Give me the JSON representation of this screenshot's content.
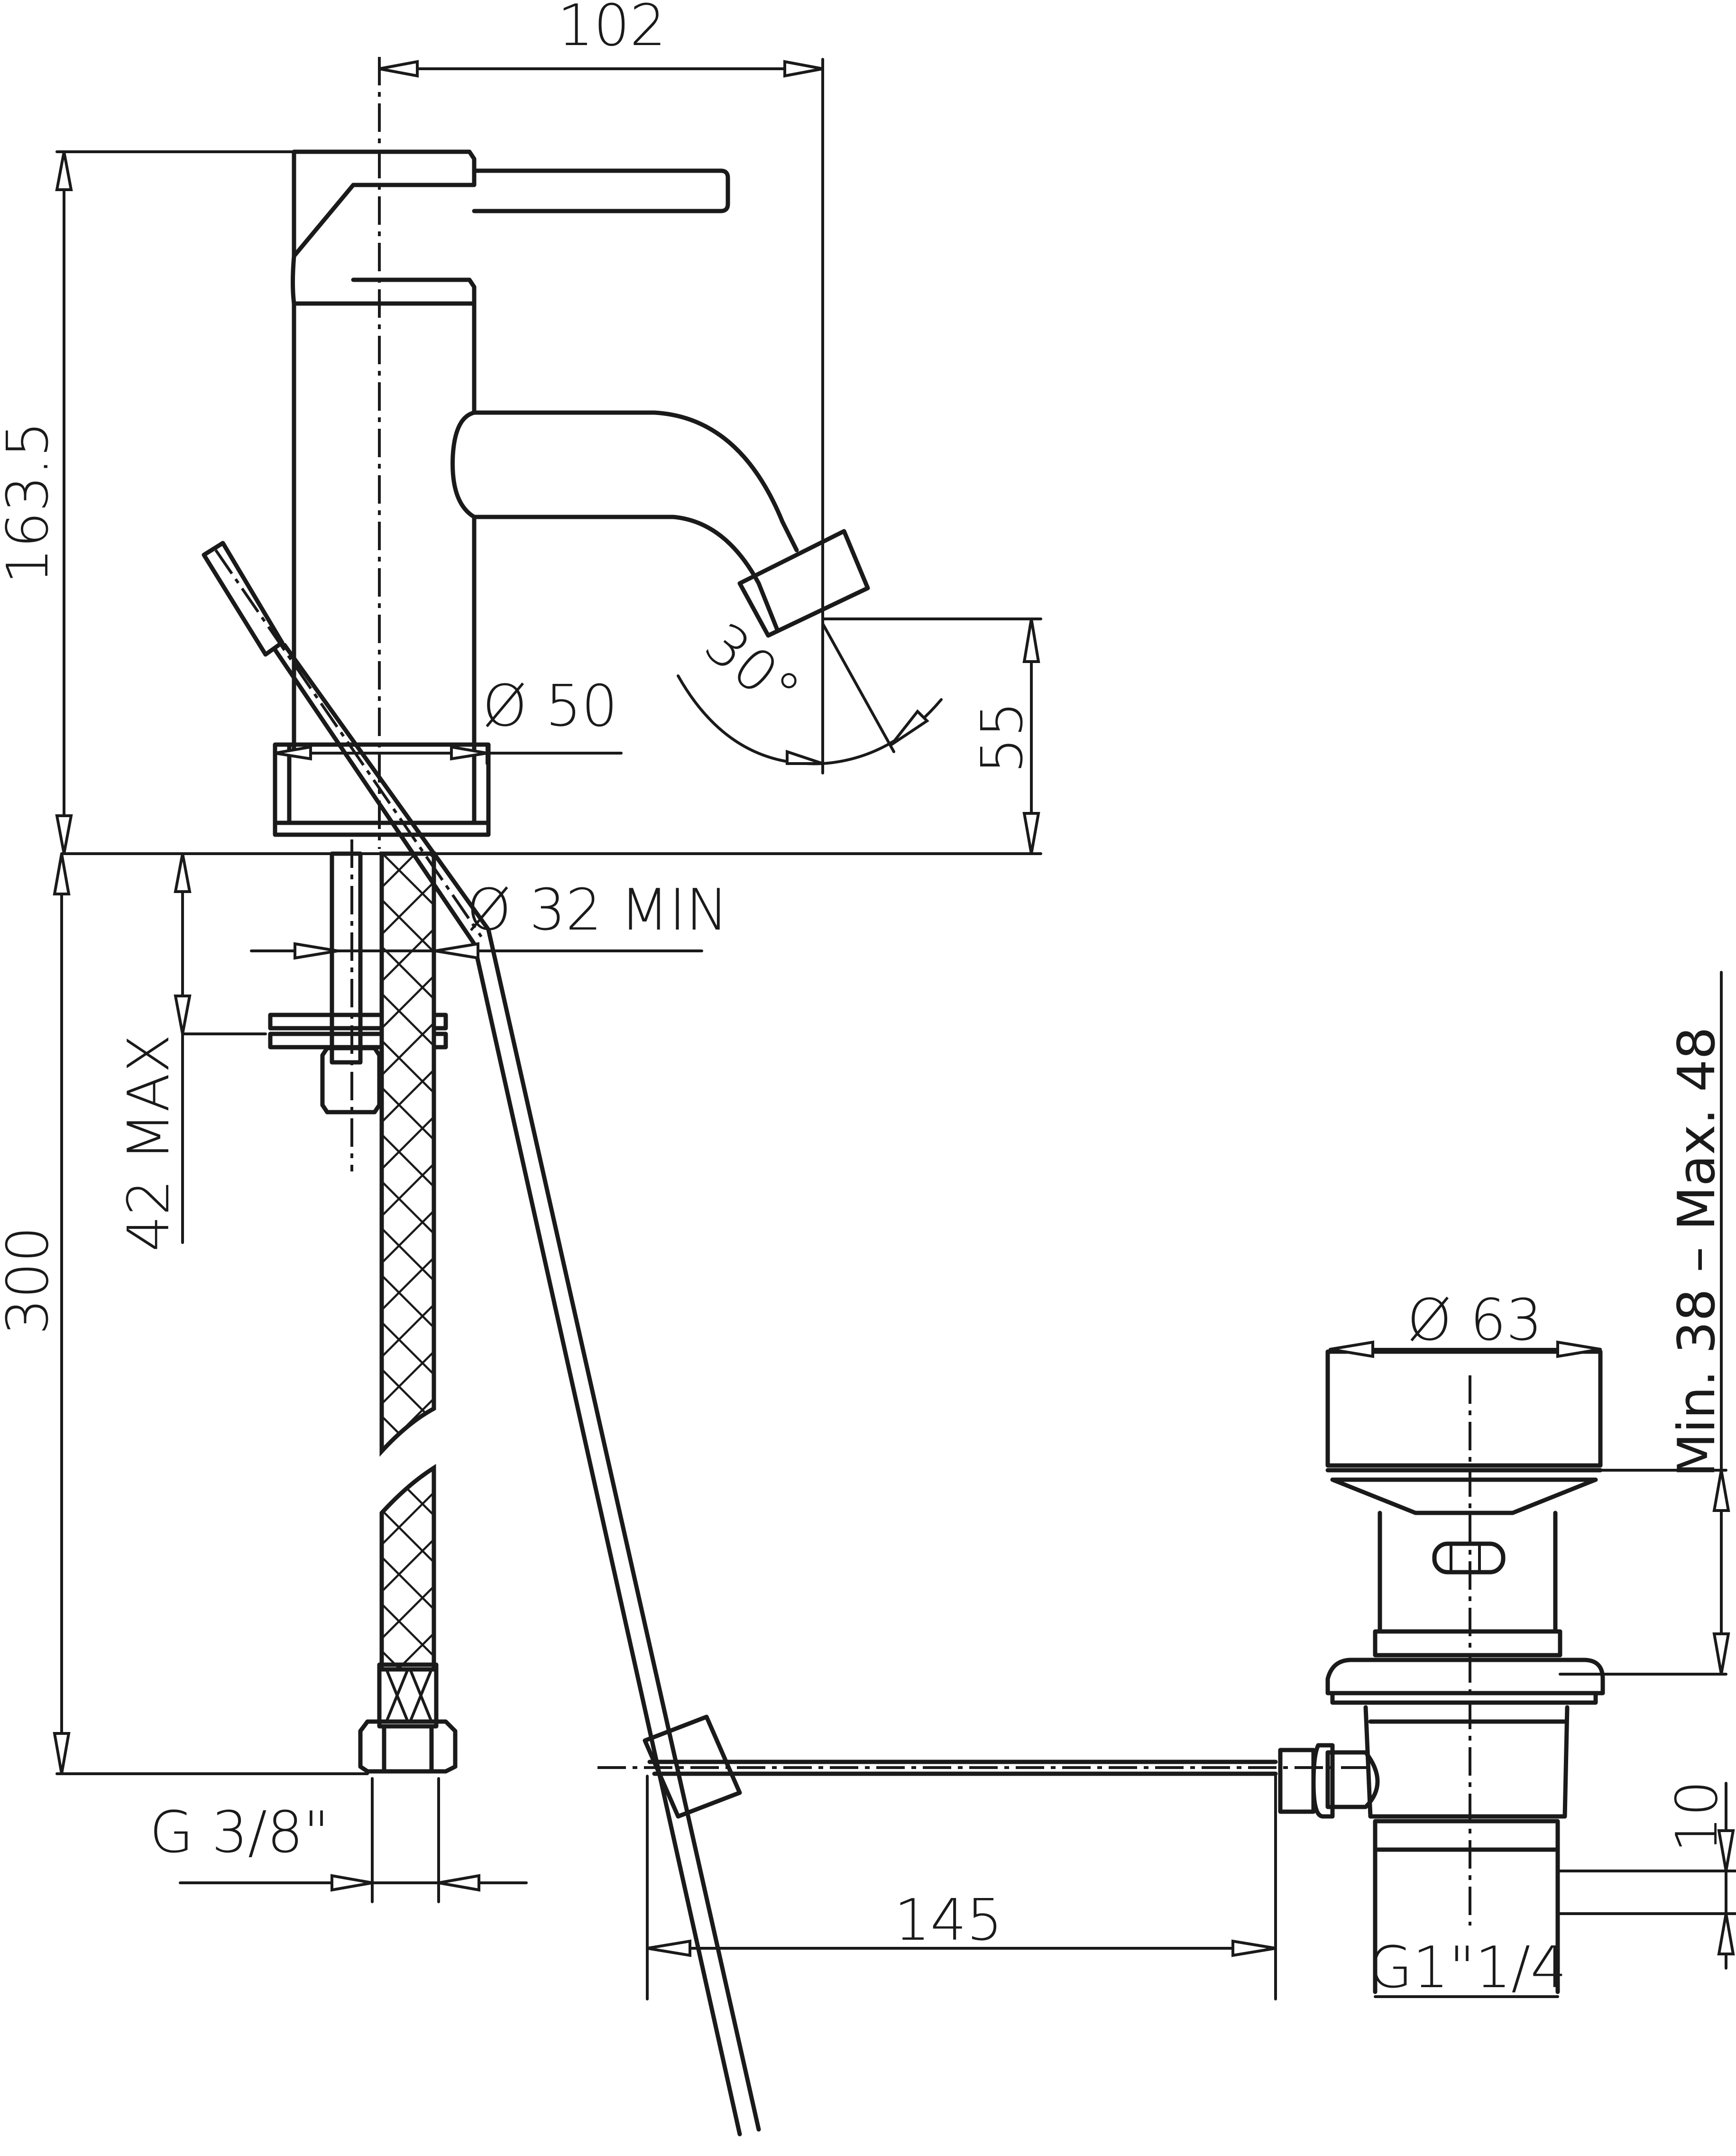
{
  "drawing": {
    "type": "technical-drawing",
    "subject": "single-lever basin mixer with pop-up waste",
    "stroke_color": "#1a1a1a",
    "background": "#ffffff"
  },
  "dimensions": {
    "spout_reach": "102",
    "overall_height": "163.5",
    "body_diameter": "Ø 50",
    "spout_angle": "30°",
    "spout_height": "55",
    "hole_diameter": "Ø 32  MIN",
    "max_deck_thickness": "42 MAX",
    "hose_length": "300",
    "hose_thread": "G  3/8\"",
    "rod_length": "145",
    "waste_flange_diameter": "Ø 63",
    "waste_range": "Min. 38 – Max. 48",
    "waste_thread_length": "10",
    "waste_thread": "G1\"1/4"
  }
}
